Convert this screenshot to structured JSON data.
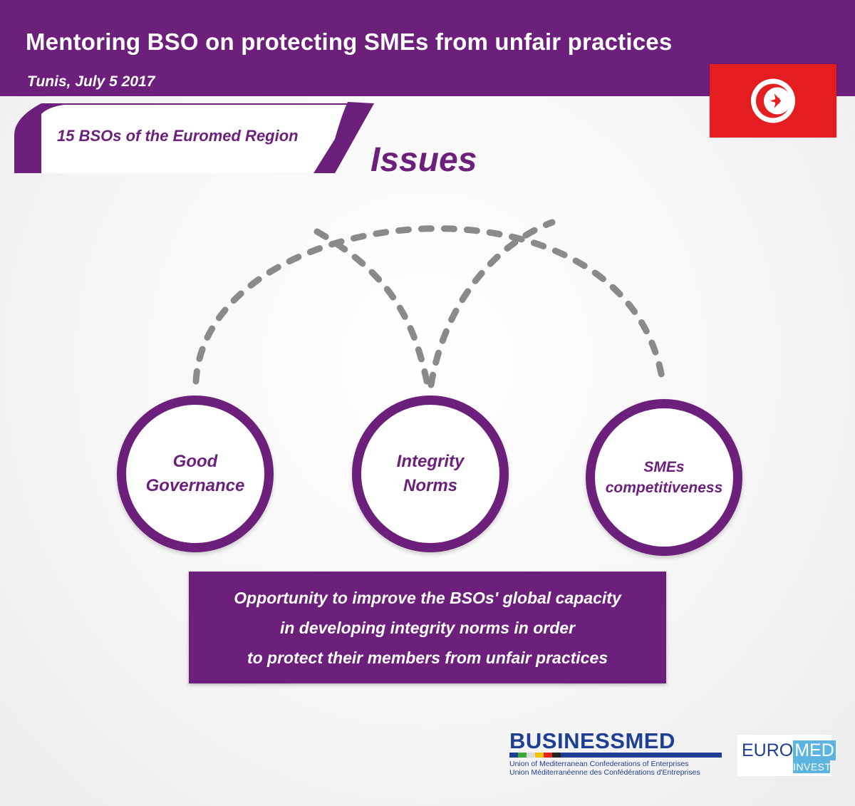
{
  "header": {
    "title": "Mentoring BSO on protecting SMEs from unfair practices",
    "date": "Tunis, July 5 2017"
  },
  "tab": {
    "label": "15 BSOs of the Euromed Region"
  },
  "diagram": {
    "heading": "Issues",
    "nodes": [
      {
        "line1": "Good",
        "line2": "Governance"
      },
      {
        "line1": "Integrity",
        "line2": "Norms"
      },
      {
        "line1": "SMEs",
        "line2": "competitiveness"
      }
    ],
    "connector_color": "#8a8a8a"
  },
  "opportunity": {
    "lines": [
      "Opportunity to improve the BSOs' global capacity",
      "in developing integrity norms in order",
      "to protect their members from unfair practices"
    ]
  },
  "logos": {
    "businessmed": {
      "name": "BUSINESSMED",
      "subtitle_en": "Union of Mediterranean Confederations of Enterprises",
      "subtitle_fr": "Union Méditerranéenne des Confédérations d'Entreprises",
      "bar_colors": [
        "#1e3f93",
        "#3aa935",
        "#d9d9d9",
        "#f5c400",
        "#e2231a",
        "#222222",
        "#1e3f93"
      ]
    },
    "euromed": {
      "euro": "EURO",
      "med": "MED",
      "invest": "INVEST"
    }
  },
  "colors": {
    "brand_purple": "#6c1f7b",
    "flag_red": "#e41e20"
  }
}
